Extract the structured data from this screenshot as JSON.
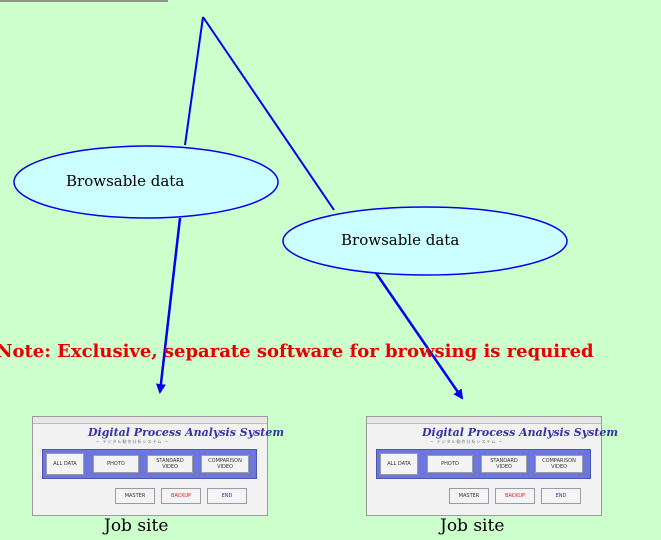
{
  "edges": [
    {
      "from": "source",
      "to": "ellipse-left",
      "color": "#0000ee"
    },
    {
      "from": "source",
      "to": "ellipse-right",
      "color": "#0000ee"
    },
    {
      "from": "ellipse-left",
      "to": "job-site-left",
      "color": "#0000ee"
    },
    {
      "from": "ellipse-right",
      "to": "job-site-right",
      "color": "#0000ee"
    }
  ],
  "ellipses": [
    {
      "label": "Browsable data"
    },
    {
      "label": "Browsable data"
    }
  ],
  "note": "Note: Exclusive, separate software for browsing is required",
  "screens": [
    {
      "logo": "Digital Process Analysis System",
      "logo_sub": "~ デジタル動作分析システム ~",
      "buttons": [
        "ALL DATA",
        "PHOTO",
        "STANDARD VIDEO",
        "COMPARISON VIDEO"
      ],
      "bottom_buttons": [
        "MASTER",
        "BACKUP",
        "END"
      ],
      "caption": "Job site"
    },
    {
      "logo": "Digital Process Analysis System",
      "logo_sub": "~ デジタル動作分析システム ~",
      "buttons": [
        "ALL DATA",
        "PHOTO",
        "STANDARD VIDEO",
        "COMPARISON VIDEO"
      ],
      "bottom_buttons": [
        "MASTER",
        "BACKUP",
        "END"
      ],
      "caption": "Job site"
    }
  ],
  "colors": {
    "background": "#ccffcc",
    "ellipse_fill": "#ccffff",
    "ellipse_stroke": "#0000ee",
    "note": "#e60000",
    "panel": "#6d77d9"
  }
}
